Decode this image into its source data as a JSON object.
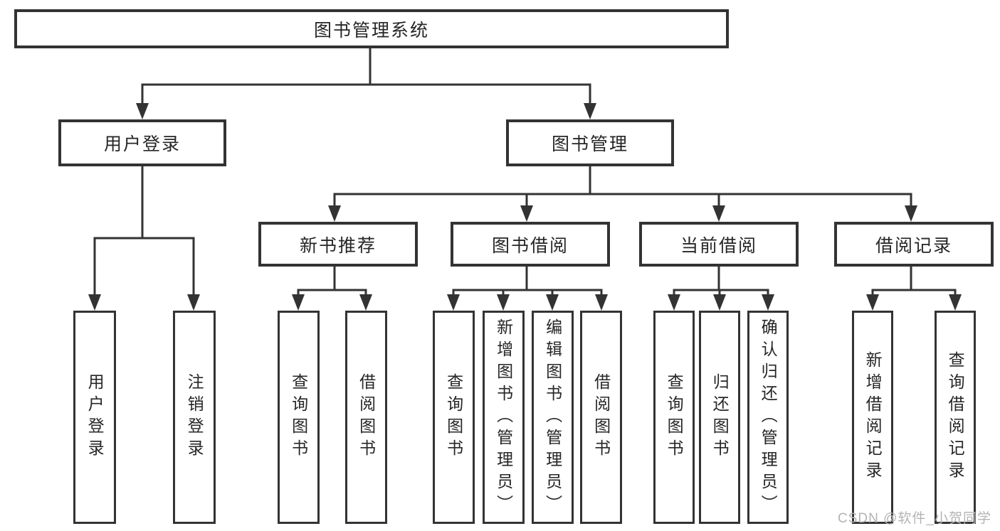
{
  "tree": {
    "root": "图书管理系统",
    "children": [
      {
        "label": "用户登录",
        "children": [
          {
            "label": "用户登录"
          },
          {
            "label": "注销登录"
          }
        ]
      },
      {
        "label": "图书管理",
        "children": [
          {
            "label": "新书推荐",
            "children": [
              {
                "label": "查询图书"
              },
              {
                "label": "借阅图书"
              }
            ]
          },
          {
            "label": "图书借阅",
            "children": [
              {
                "label": "查询图书"
              },
              {
                "label": "新增图书（管理员）"
              },
              {
                "label": "编辑图书（管理员）"
              },
              {
                "label": "借阅图书"
              }
            ]
          },
          {
            "label": "当前借阅",
            "children": [
              {
                "label": "查询图书"
              },
              {
                "label": "归还图书"
              },
              {
                "label": "确认归还（管理员）"
              }
            ]
          },
          {
            "label": "借阅记录",
            "children": [
              {
                "label": "新增借阅记录"
              },
              {
                "label": "查询借阅记录"
              }
            ]
          }
        ]
      }
    ]
  },
  "watermark": "CSDN @软件_小贺同学",
  "colors": {
    "line": "#333333",
    "box_border": "#333333",
    "text": "#262626",
    "watermark": "#b3b3b3",
    "background": "#ffffff"
  }
}
